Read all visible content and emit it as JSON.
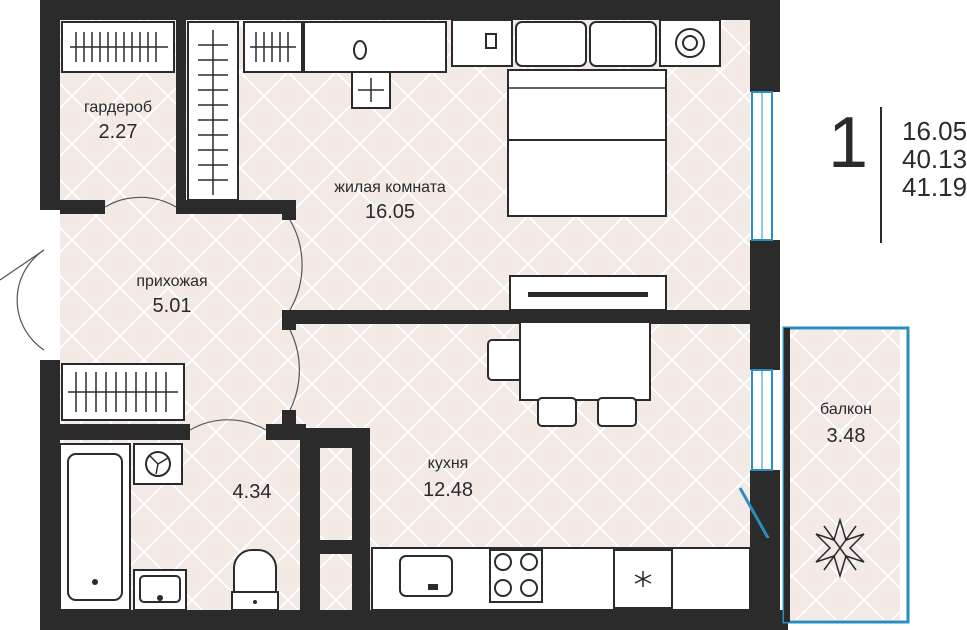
{
  "rooms": {
    "wardrobe": {
      "name": "гардероб",
      "area": "2.27"
    },
    "living": {
      "name": "жилая комната",
      "area": "16.05"
    },
    "hallway": {
      "name": "прихожая",
      "area": "5.01"
    },
    "bathroom": {
      "area": "4.34"
    },
    "kitchen": {
      "name": "кухня",
      "area": "12.48"
    },
    "balcony": {
      "name": "балкон",
      "area": "3.48"
    }
  },
  "summary": {
    "rooms_count": "1",
    "values": [
      "16.05",
      "40.13",
      "41.19"
    ]
  },
  "colors": {
    "floor": "#f3e9e5",
    "wall": "#2b2b2b",
    "window": "#2a8fbf",
    "furniture": "#ffffff"
  },
  "icons": [
    "fan-icon",
    "stove-icon",
    "sink-icon",
    "toilet-icon",
    "plant-icon",
    "bed-icon"
  ]
}
